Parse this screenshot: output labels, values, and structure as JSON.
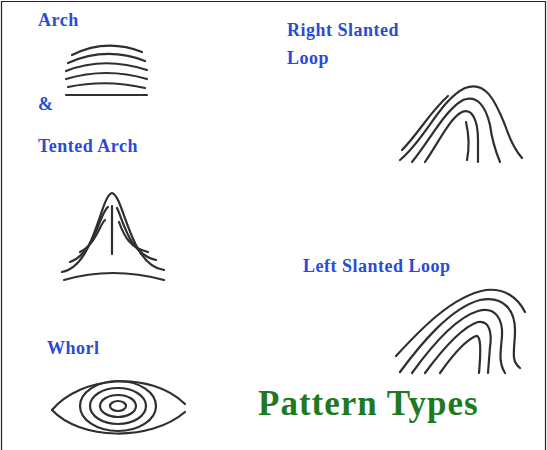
{
  "diagram": {
    "title": "Pattern Types",
    "labels": [
      "Arch",
      "&",
      "Tented Arch",
      "Right Slanted Loop",
      "Left Slanted Loop",
      "Whorl"
    ]
  }
}
